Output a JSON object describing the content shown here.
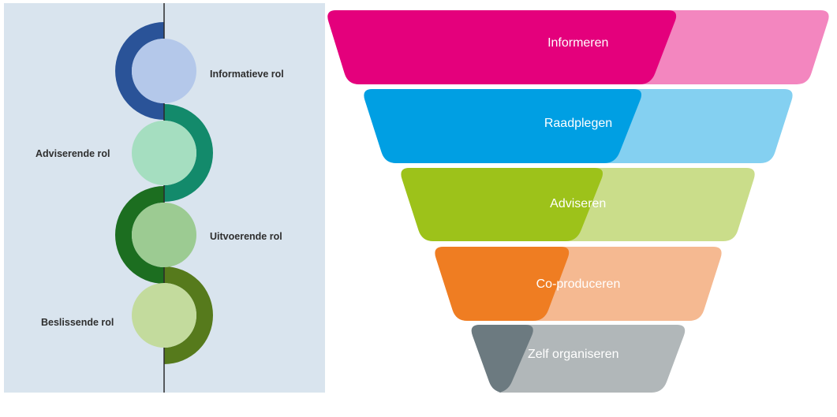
{
  "roles_diagram": {
    "roles": [
      {
        "label": "Informatieve rol",
        "arc_color": "#2a5398",
        "circle_color": "#b4c8ea"
      },
      {
        "label": "Adviserende  rol",
        "arc_color": "#138a6b",
        "circle_color": "#a5dec0"
      },
      {
        "label": "Uitvoerende rol",
        "arc_color": "#1c6e20",
        "circle_color": "#9ccb92"
      },
      {
        "label": "Beslissende rol",
        "arc_color": "#567a1c",
        "circle_color": "#c3db9d"
      }
    ],
    "background_color": "#d9e4ee",
    "axis_line_color": "#2b2b2b"
  },
  "funnel": {
    "levels": [
      {
        "label": "Informeren",
        "dark_color": "#e4007c",
        "light_color": "#f386bf"
      },
      {
        "label": "Raadplegen",
        "dark_color": "#009fe3",
        "light_color": "#84d0f1"
      },
      {
        "label": "Adviseren",
        "dark_color": "#9dc21a",
        "light_color": "#cadd8a"
      },
      {
        "label": "Co-produceren",
        "dark_color": "#ef7d22",
        "light_color": "#f5b991"
      },
      {
        "label": "Zelf organiseren",
        "dark_color": "#6c7a80",
        "light_color": "#b1b7b9"
      }
    ],
    "text_color": "#ffffff"
  }
}
